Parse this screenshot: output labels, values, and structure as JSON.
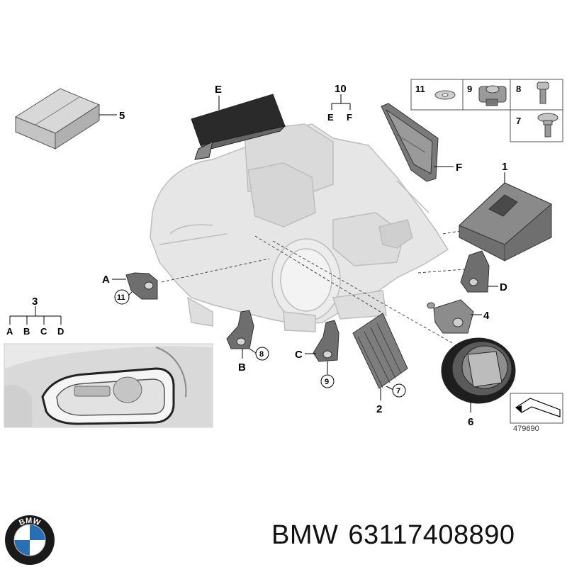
{
  "diagram": {
    "reference_number": "479690",
    "callouts": {
      "p1": "1",
      "p2": "2",
      "p3": "3",
      "p4": "4",
      "p5": "5",
      "p6": "6",
      "p7": "7",
      "p8": "8",
      "p9": "9",
      "p10": "10",
      "p11": "11",
      "A": "A",
      "B": "B",
      "C": "C",
      "D": "D",
      "E": "E",
      "F": "F"
    },
    "group_3_children": [
      "A",
      "B",
      "C",
      "D"
    ],
    "group_10_children": [
      "E",
      "F"
    ],
    "hardware_box": [
      "11",
      "9",
      "8",
      "7"
    ],
    "circled_refs": {
      "bracket_A": "11",
      "bracket_B": "8",
      "bracket_C": "9",
      "module_2": "7"
    }
  },
  "footer": {
    "brand": "BMW",
    "part_number": "63117408890"
  },
  "logo": {
    "text": "BMW",
    "colors": {
      "ring": "#1a1a1a",
      "blue": "#2a6fb3",
      "white": "#ffffff"
    }
  }
}
